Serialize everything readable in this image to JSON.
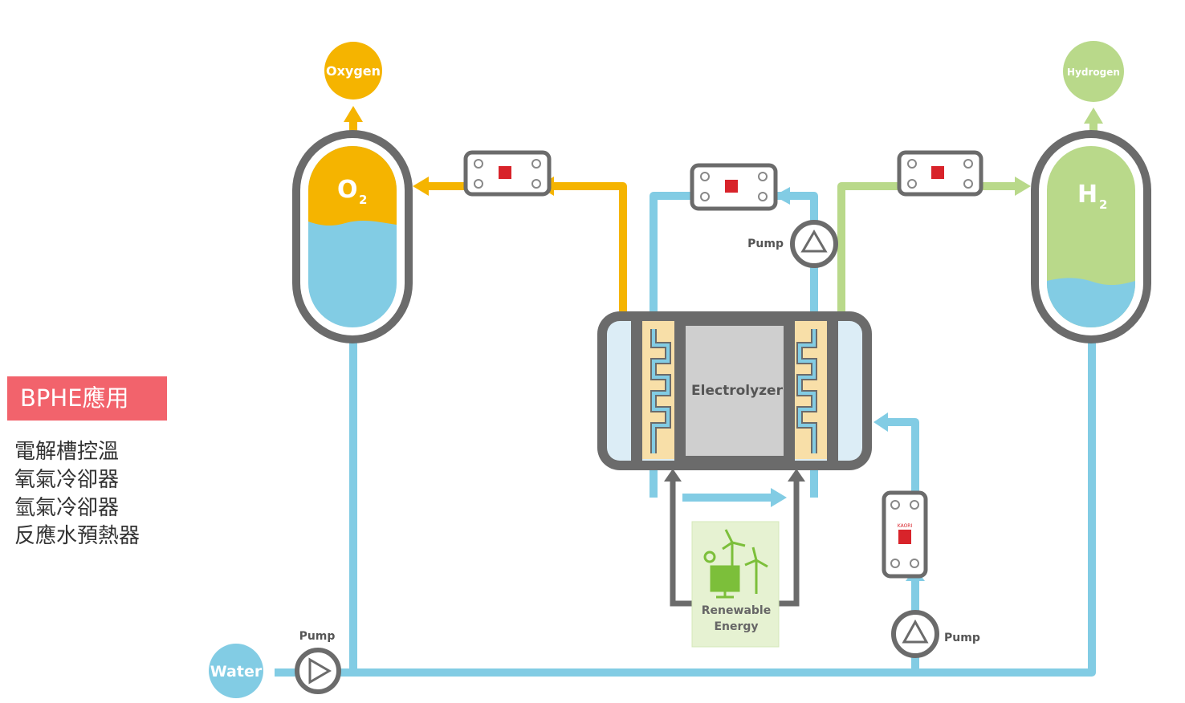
{
  "sidebar": {
    "badge": "BPHE應用",
    "applications": [
      "電解槽控溫",
      "氧氣冷卻器",
      "氫氣冷卻器",
      "反應水預熱器"
    ]
  },
  "diagram": {
    "outputs": {
      "oxygen": "Oxygen",
      "hydrogen": "Hydrogen"
    },
    "input": {
      "water": "Water"
    },
    "tanks": {
      "o2_symbol": "O",
      "o2_sub": "2",
      "h2_symbol": "H",
      "h2_sub": "2"
    },
    "electrolyzer": "Electrolyzer",
    "pumps": {
      "top": "Pump",
      "left": "Pump",
      "right": "Pump"
    },
    "energy": {
      "line1": "Renewable",
      "line2": "Energy"
    },
    "brand": "KAORI"
  },
  "colors": {
    "water_blue": "#82cce4",
    "oxygen_orange": "#f5b400",
    "hydrogen_green": "#b9d98a",
    "frame_gray": "#6b6b6b",
    "badge_red": "#f2636c",
    "energy_bg": "#e6f2d2",
    "energy_icon": "#7cbf3a"
  }
}
